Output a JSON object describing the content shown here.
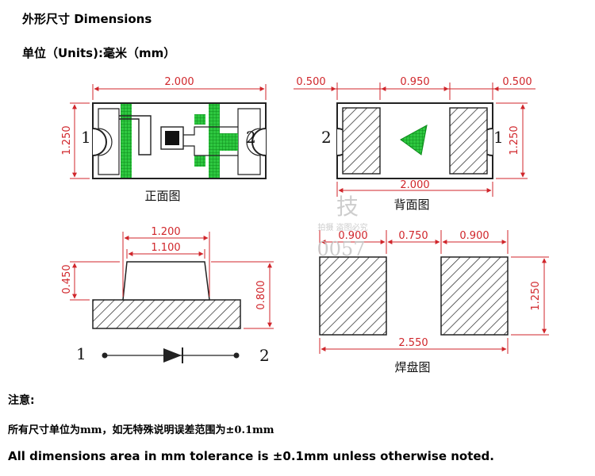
{
  "header": {
    "title": "外形尺寸 Dimensions",
    "units": "单位（Units):毫米（mm）"
  },
  "front_view": {
    "caption": "正面图",
    "width": "2.000",
    "height": "1.250",
    "pin_left": "1",
    "pin_right": "2"
  },
  "back_view": {
    "caption": "背面图",
    "dim_left": "0.500",
    "dim_mid": "0.950",
    "dim_right": "0.500",
    "width": "2.000",
    "height": "1.250",
    "pin_left": "2",
    "pin_right": "1"
  },
  "side_view": {
    "top_outer": "1.200",
    "top_inner": "1.100",
    "lens_height": "0.450",
    "total_height": "0.800"
  },
  "symbol": {
    "pin_left": "1",
    "pin_right": "2"
  },
  "pad_view": {
    "caption": "焊盘图",
    "dim_left": "0.900",
    "dim_mid": "0.750",
    "dim_right": "0.900",
    "total": "2.550",
    "height": "1.250"
  },
  "watermark": {
    "text_big": "技",
    "text_small": "拍摄  盗图必究",
    "text_num": "0057"
  },
  "notes": {
    "label": "注意:",
    "cn": "所有尺寸单位为mm，如无特殊说明误差范围为±0.1mm",
    "en": "All dimensions area in mm tolerance is ±0.1mm unless otherwise noted."
  },
  "colors": {
    "dimension": "#d0262b",
    "highlight": "#22c53a"
  }
}
